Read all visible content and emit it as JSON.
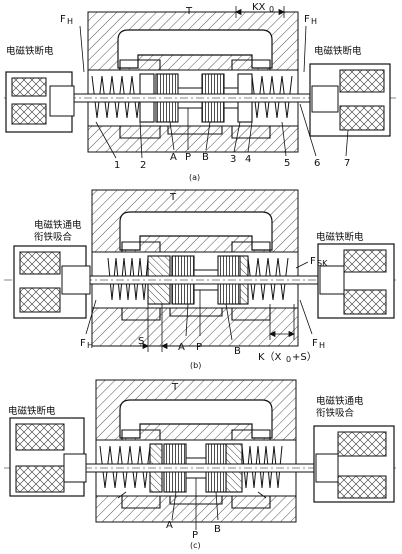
{
  "colors": {
    "ink": "#111111",
    "hatch": "#444444",
    "paper": "#ffffff"
  },
  "panel_a": {
    "T": "T",
    "FH_left": "F",
    "FH_left_sub": "H",
    "FH_right": "F",
    "FH_right_sub": "H",
    "KX": "KX",
    "KX_sub": "0",
    "coil_left": "电磁铁断电",
    "coil_right": "电磁铁断电",
    "parts": [
      "1",
      "2",
      "A",
      "P",
      "B",
      "3",
      "4",
      "5",
      "6",
      "7"
    ],
    "caption": "(a)"
  },
  "panel_b": {
    "T": "T",
    "coil_left_1": "电磁铁通电",
    "coil_left_2": "衔铁吸合",
    "coil_right": "电磁铁断电",
    "FH_left": "F",
    "FH_left_sub": "H",
    "FH_right": "F",
    "FH_right_sub": "H",
    "FSK": "F",
    "FSK_sub": "SK",
    "S": "S",
    "A": "A",
    "P": "P",
    "B": "B",
    "K_label": "K（X",
    "K_sub": "0",
    "K_tail": "+S）",
    "caption": "(b)"
  },
  "panel_c": {
    "T": "T",
    "coil_left": "电磁铁断电",
    "coil_right_1": "电磁铁通电",
    "coil_right_2": "衔铁吸合",
    "A": "A",
    "P": "P",
    "B": "B",
    "caption": "(c)"
  }
}
